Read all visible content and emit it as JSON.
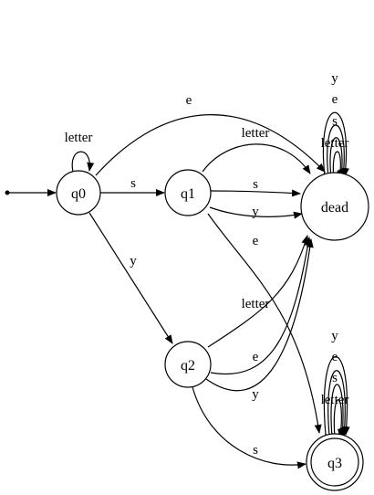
{
  "diagram": {
    "nodes": {
      "q0": "q0",
      "q1": "q1",
      "q2": "q2",
      "q3": "q3",
      "dead": "dead"
    },
    "edges": {
      "q0_self": "letter",
      "q0_dead": "e",
      "q0_q1": "s",
      "q0_q2": "y",
      "q1_dead_letter": "letter",
      "q1_dead_s": "s",
      "q1_dead_y": "y",
      "q1_q3": "e",
      "q2_dead_letter": "letter",
      "q2_dead_e": "e",
      "q2_dead_y": "y",
      "q2_q3": "s",
      "dead_self": [
        "y",
        "e",
        "s",
        "letter"
      ],
      "q3_self": [
        "y",
        "e",
        "s",
        "letter"
      ]
    }
  }
}
